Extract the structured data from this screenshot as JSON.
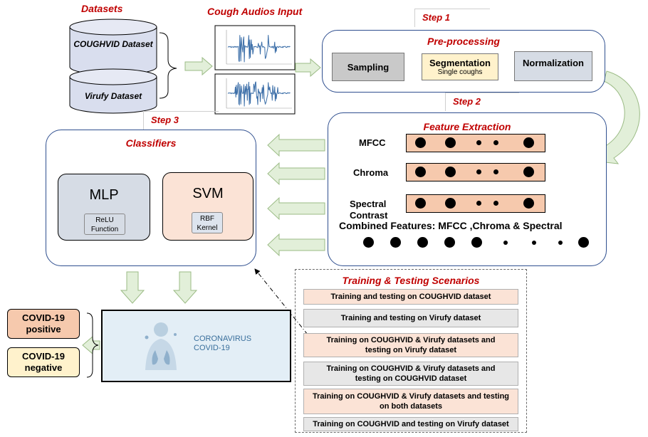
{
  "datasets": {
    "title": "Datasets",
    "items": [
      "COUGHVID Dataset",
      "Virufy Dataset"
    ]
  },
  "audio": {
    "title": "Cough Audios Input"
  },
  "steps": {
    "step1": "Step 1",
    "step2": "Step 2",
    "step3": "Step 3"
  },
  "preprocessing": {
    "title": "Pre-processing",
    "sampling": "Sampling",
    "segmentation": "Segmentation",
    "segmentation_sub": "Single coughs",
    "normalization": "Normalization"
  },
  "features": {
    "title": "Feature Extraction",
    "mfcc": "MFCC",
    "chroma": "Chroma",
    "spectral_line1": "Spectral",
    "spectral_line2": "Contrast",
    "combined": "Combined Features: MFCC ,Chroma & Spectral"
  },
  "classifiers": {
    "title": "Classifiers",
    "mlp": "MLP",
    "mlp_sub_line1": "ReLU",
    "mlp_sub_line2": "Function",
    "svm": "SVM",
    "svm_sub_line1": "RBF",
    "svm_sub_line2": "Kernel"
  },
  "output": {
    "positive_line1": "COVID-19",
    "positive_line2": "positive",
    "negative_line1": "COVID-19",
    "negative_line2": "negative",
    "corona_line1": "CORONAVIRUS",
    "corona_line2": "COVID-19"
  },
  "scenarios": {
    "title": "Training & Testing Scenarios",
    "items": [
      [
        "Training and testing on COUGHVID dataset"
      ],
      [
        "Training and testing on Virufy dataset"
      ],
      [
        "Training on COUGHVID & Virufy datasets and",
        "testing on Virufy dataset"
      ],
      [
        "Training on COUGHVID & Virufy datasets and",
        "testing on COUGHVID dataset"
      ],
      [
        "Training on COUGHVID & Virufy datasets and testing",
        "on both datasets"
      ],
      [
        "Training on COUGHVID and testing on Virufy dataset"
      ]
    ]
  },
  "colors": {
    "accent_red": "#c00000",
    "box_border": "#2f4f8f",
    "arrow_green": "#e2efd9",
    "peach": "#f6c9ad",
    "light_yellow": "#fff2cc",
    "slate": "#d6dce5"
  }
}
